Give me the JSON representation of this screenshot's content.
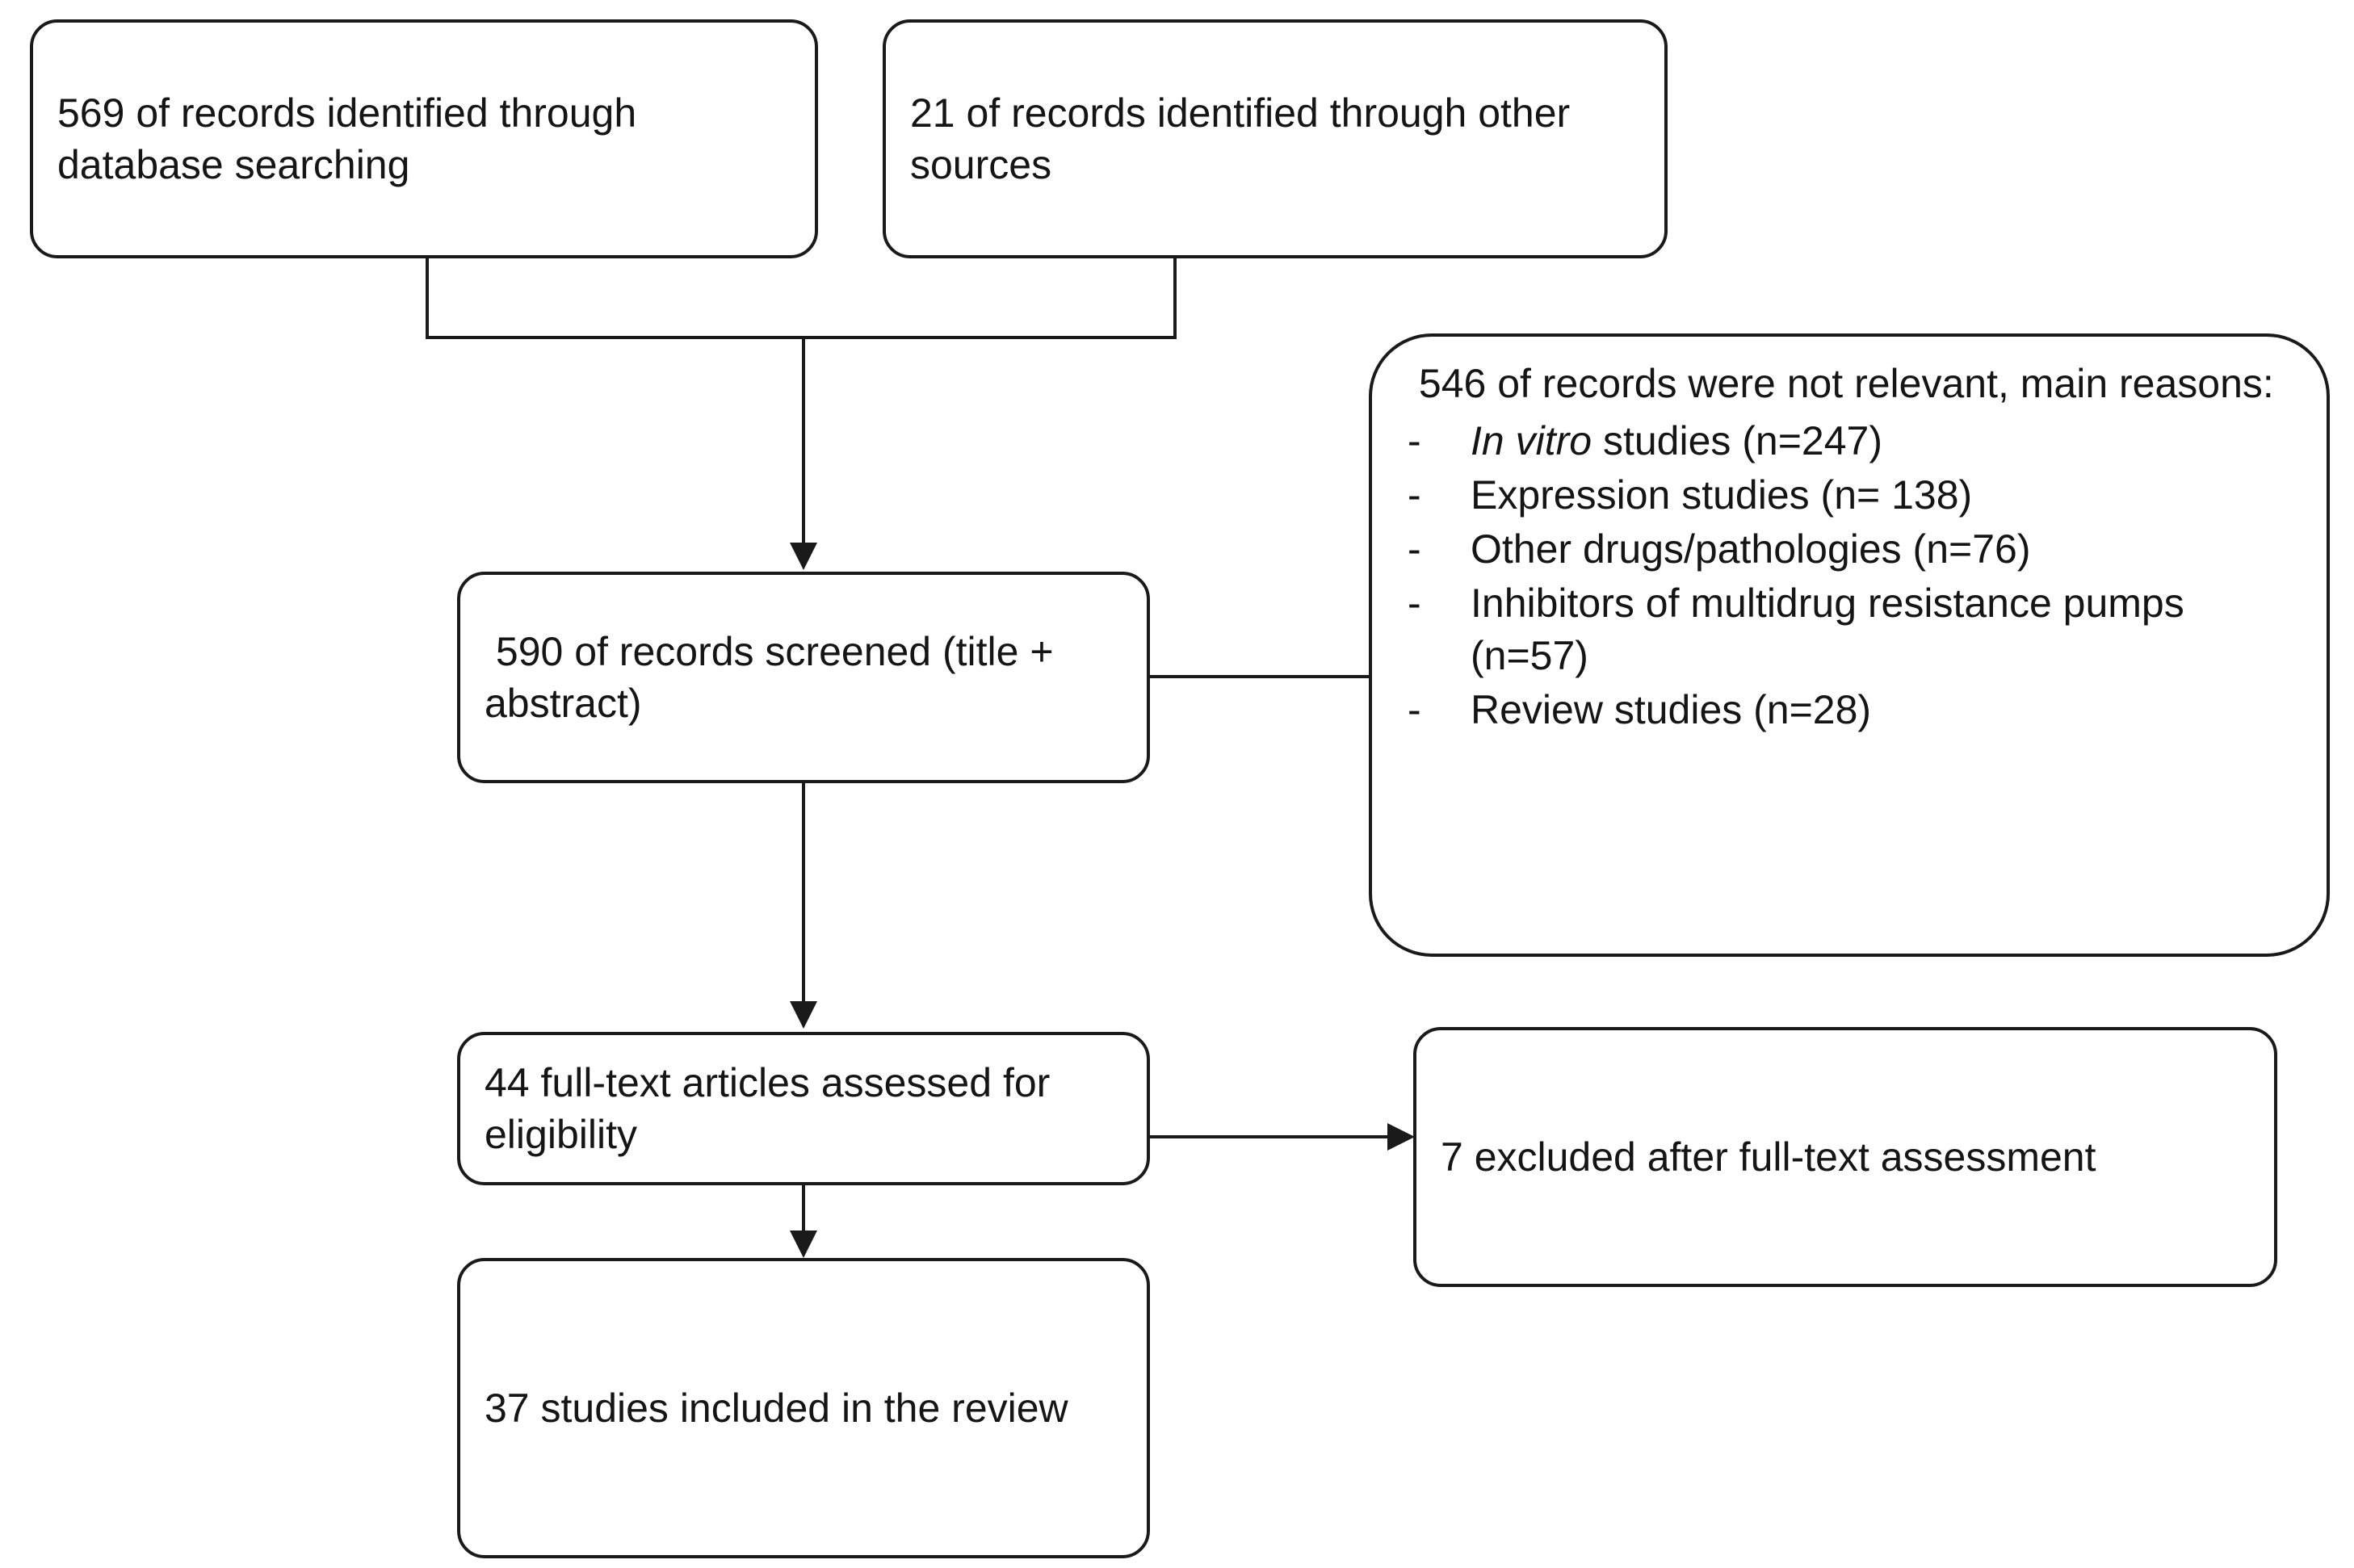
{
  "diagram": {
    "title": "PRISMA study selection flow diagram",
    "line_color": "#1a1a1a",
    "box_fill": "#ffffff",
    "text_color": "#151515"
  },
  "nodes": {
    "identified_db": {
      "text": "569 of records identified through database searching",
      "count": 569
    },
    "identified_other": {
      "text": "21 of records identified through other sources",
      "count": 21
    },
    "screened": {
      "text": " 590 of records screened (title + abstract)",
      "count": 590
    },
    "not_relevant": {
      "heading": " 546 of records were not relevant, main reasons:",
      "count": 546,
      "reasons": [
        {
          "bullet": "-",
          "italic_prefix": "In vitro",
          "rest": " studies (n=247)",
          "n": 247
        },
        {
          "bullet": "-",
          "italic_prefix": "",
          "rest": "Expression studies (n= 138)",
          "n": 138
        },
        {
          "bullet": "-",
          "italic_prefix": "",
          "rest": "Other drugs/pathologies (n=76)",
          "n": 76
        },
        {
          "bullet": "-",
          "italic_prefix": "",
          "rest": "Inhibitors of multidrug resistance pumps (n=57)",
          "n": 57
        },
        {
          "bullet": "-",
          "italic_prefix": "",
          "rest": "Review studies (n=28)",
          "n": 28
        }
      ]
    },
    "fulltext": {
      "text": "44 full-text articles assessed for eligibility",
      "count": 44
    },
    "excluded": {
      "text": "7 excluded after full-text assessment",
      "count": 7
    },
    "included": {
      "text": "37 studies included in the review",
      "count": 37
    }
  }
}
